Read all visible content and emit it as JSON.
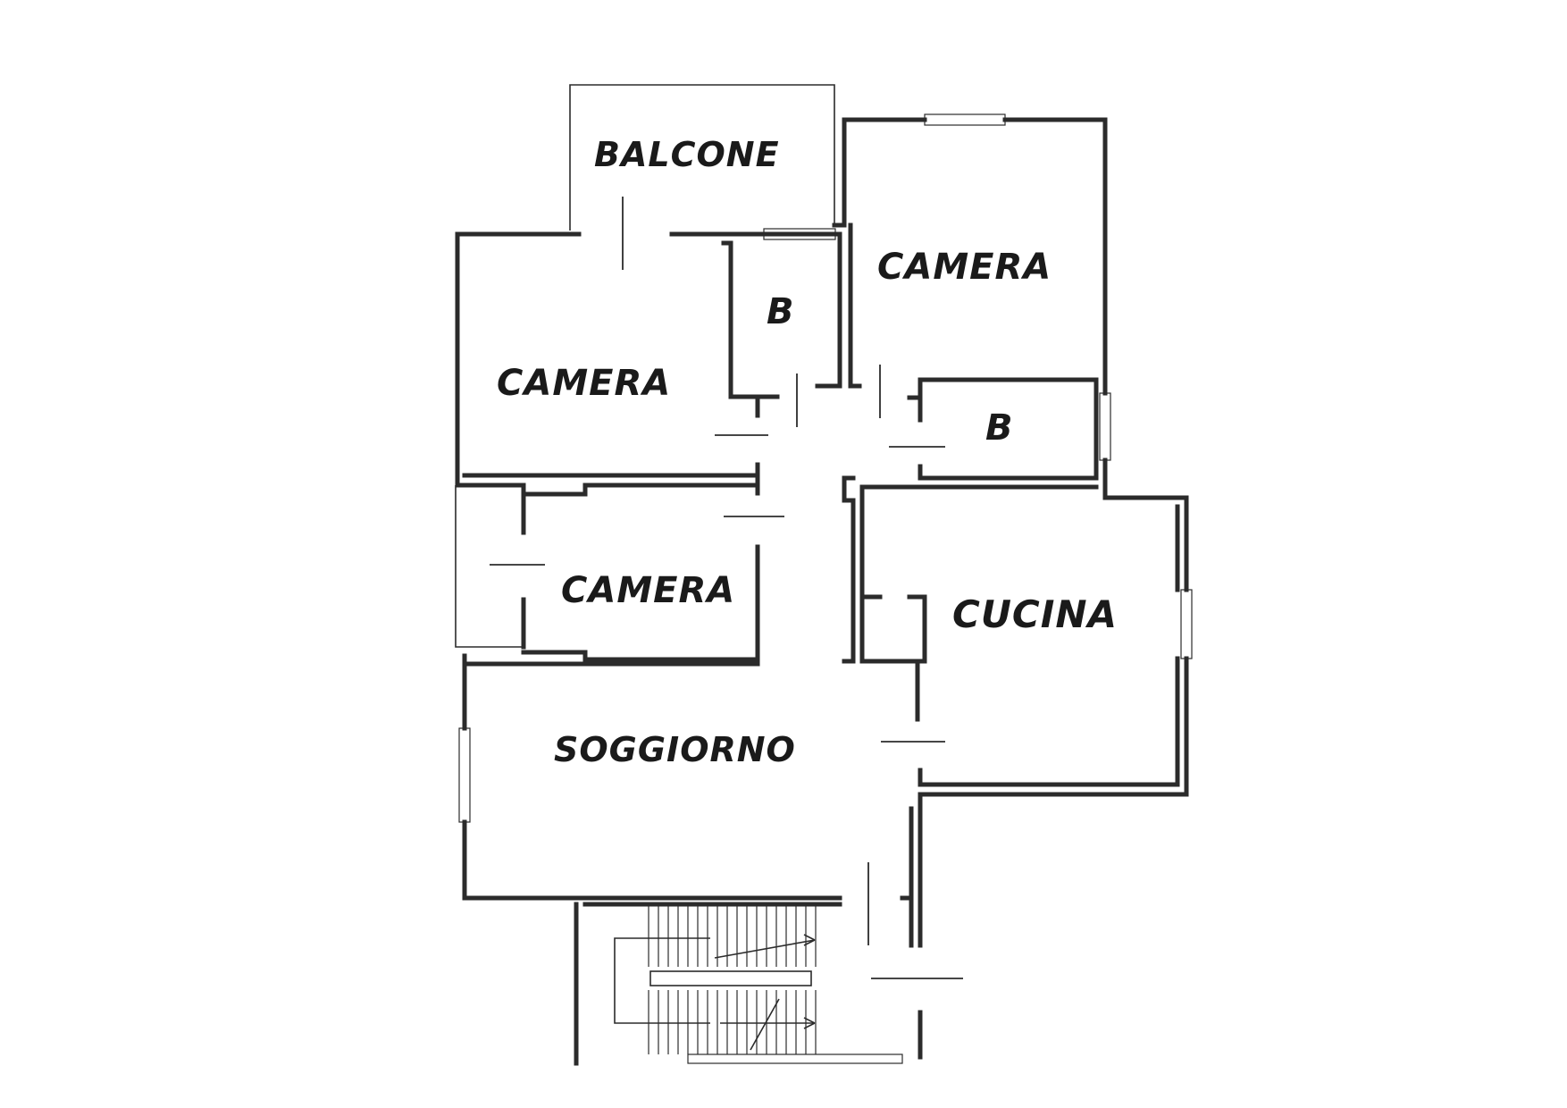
{
  "rooms": {
    "balcone": "BALCONE",
    "camera_top_right": "CAMERA",
    "bagno_1": "B",
    "camera_left": "CAMERA",
    "bagno_2": "B",
    "camera_middle": "CAMERA",
    "cucina": "CUCINA",
    "soggiorno": "SOGGIORNO"
  },
  "colors": {
    "wall": "#2b2b2b",
    "background": "#ffffff",
    "label": "#1a1a1a"
  }
}
